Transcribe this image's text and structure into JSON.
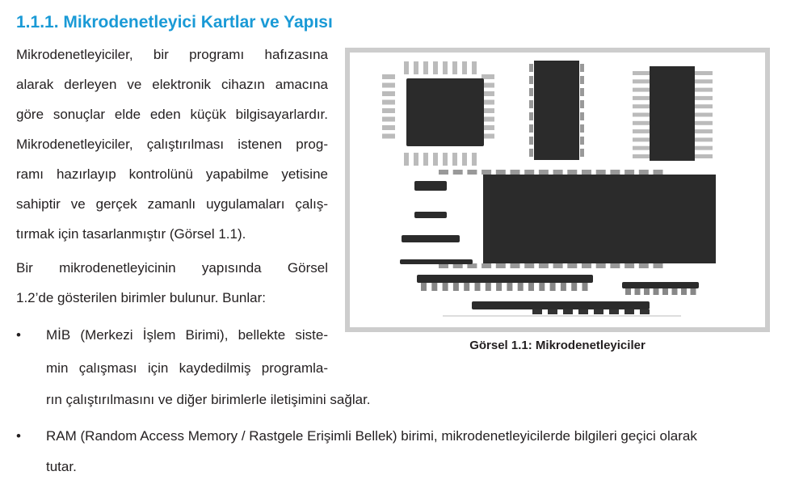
{
  "section_title": "1.1.1. Mikrodenetleyici Kartlar ve Yapısı",
  "paragraph1": [
    "Mikrodenetleyiciler, bir programı hafızasına",
    "alarak derleyen ve elektronik cihazın amacına",
    "göre sonuçlar elde eden küçük bilgisayarlardır.",
    "Mikrodenetleyiciler, çalıştırılması istenen prog-",
    "ramı hazırlayıp kontrolünü yapabilme yetisine",
    "sahiptir ve gerçek zamanlı uygulamaları çalış-",
    "tırmak için tasarlanmıştır (Görsel 1.1)."
  ],
  "paragraph2": [
    "Bir mikrodenetleyicinin yapısında Görsel",
    "1.2’de gösterilen birimler bulunur. Bunlar:"
  ],
  "bullet_char": "•",
  "bullets": [
    {
      "lines": [
        "MİB (Merkezi İşlem Birimi), bellekte siste-",
        "min çalışması için kaydedilmiş programla-",
        "rın çalıştırılmasını ve diğer birimlerle iletişimini sağlar."
      ]
    },
    {
      "lines": [
        "RAM (Random Access Memory / Rastgele Erişimli Bellek) birimi, mikrodenetleyicilerde bilgileri geçici olarak",
        "tutar."
      ]
    }
  ],
  "figure": {
    "caption": "Görsel 1.1: Mikrodenetleyiciler",
    "image": "microcontroller-chips-illustration"
  },
  "colors": {
    "title": "#1a9ad6",
    "text": "#231f20",
    "chip": "#2b2b2b",
    "frame": "#cdcdcd"
  }
}
